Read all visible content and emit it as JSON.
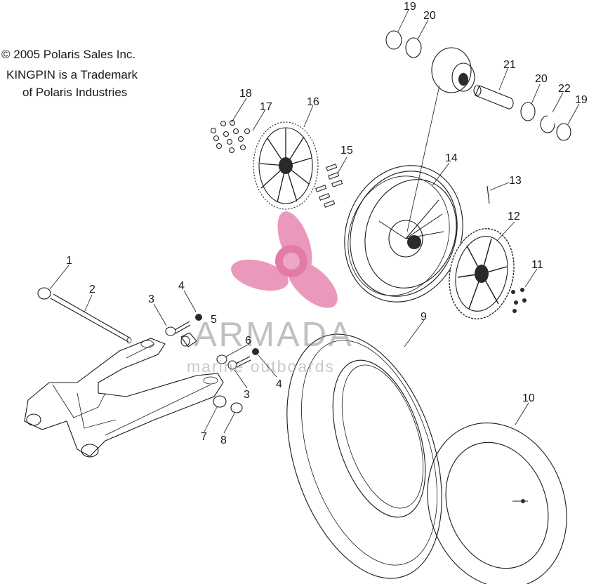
{
  "copyright": {
    "line1": "© 2005 Polaris Sales Inc.",
    "line2": "KINGPIN is a Trademark",
    "line3": "of Polaris Industries"
  },
  "watermark": {
    "brand": "ARMADA",
    "tagline": "marine outboards",
    "color": "#e47aa8"
  },
  "callouts": [
    "1",
    "2",
    "3",
    "4",
    "5",
    "6",
    "3",
    "4",
    "7",
    "8",
    "9",
    "10",
    "11",
    "12",
    "13",
    "14",
    "15",
    "16",
    "17",
    "18",
    "19",
    "20",
    "21",
    "20",
    "22",
    "19"
  ]
}
